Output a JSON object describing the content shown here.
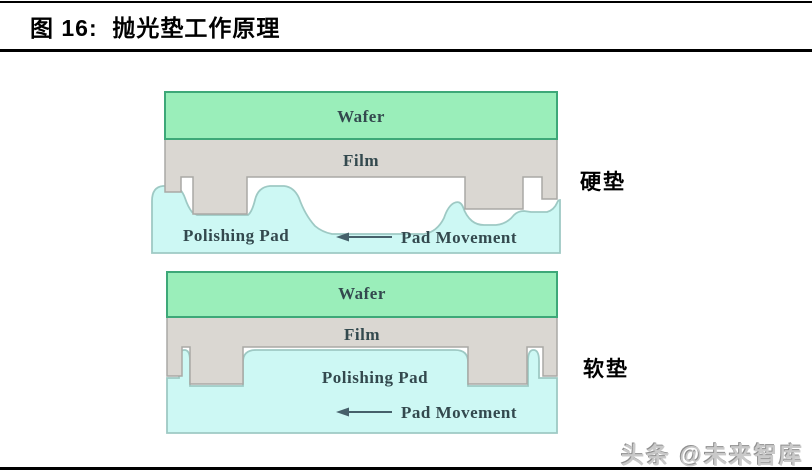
{
  "title": "图 16:  抛光垫工作原理",
  "colors": {
    "wafer_fill": "#9aeeba",
    "wafer_stroke": "#3da878",
    "film_fill": "#dad7d2",
    "film_stroke": "#a9a9a5",
    "pad_fill": "#cdf8f4",
    "pad_stroke": "#9ec9c4",
    "label_text": "#33494e",
    "arrow_color": "#46606a",
    "side_label_text": "#000000"
  },
  "top_diagram": {
    "wafer_label": "Wafer",
    "film_label": "Film",
    "pad_label": "Polishing Pad",
    "movement_label": "Pad Movement",
    "side_label": "硬垫"
  },
  "bottom_diagram": {
    "wafer_label": "Wafer",
    "film_label": "Film",
    "pad_label": "Polishing Pad",
    "movement_label": "Pad Movement",
    "side_label": "软垫"
  },
  "watermark": "头条 @未来智库"
}
